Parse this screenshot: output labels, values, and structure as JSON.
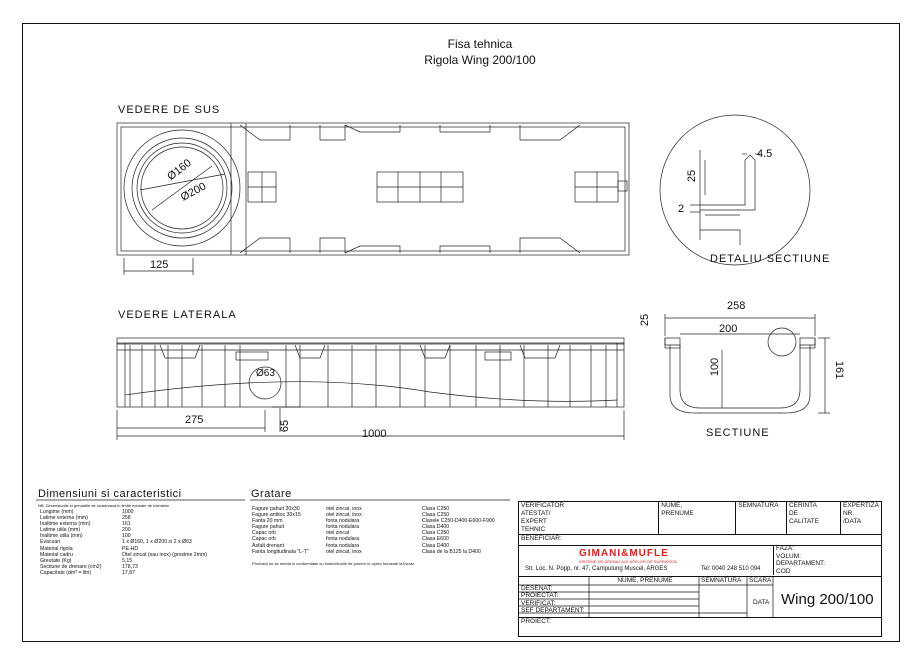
{
  "title": {
    "line1": "Fisa tehnica",
    "line2": "Rigola Wing 200/100"
  },
  "views": {
    "top": "VEDERE DE SUS",
    "lateral": "VEDERE LATERALA",
    "detail": "DETALIU SECTIUNE",
    "section": "SECTIUNE"
  },
  "dims": {
    "d160": "Ø160",
    "d200": "Ø200",
    "w125": "125",
    "d63": "Ø63",
    "l275": "275",
    "h65": "65",
    "l1000": "1000",
    "s258": "258",
    "s200": "200",
    "s25": "25",
    "s100": "100",
    "s161": "161",
    "det45": "4.5",
    "det25": "25",
    "det2": "2"
  },
  "specs": {
    "heading": "Dimensiuni si caracteristici",
    "note": "NB: Dimensiunile si greutatile se incadreaza in limite normale de toleranta",
    "rows": [
      [
        "Lungime (mm)",
        "1000"
      ],
      [
        "Latime externa (mm)",
        "258"
      ],
      [
        "Inaltime externa (mm)",
        "161"
      ],
      [
        "Latime utila (mm)",
        "200"
      ],
      [
        "Inaltime utila (mm)",
        "100"
      ],
      [
        "Evacuari",
        "1 x Ø160, 1 x Ø200 si 2 x Ø63"
      ],
      [
        "Material rigola",
        "PE-HD"
      ],
      [
        "Material cadru",
        "Otel zincat (sau inox) (grosime  2mm)"
      ],
      [
        "Greutate (Kg)",
        "5,15"
      ],
      [
        "Sectiune de drenare (cm2)",
        "178,73"
      ],
      [
        "Capacitate (dm³ = litri)",
        "17,87"
      ]
    ]
  },
  "gratare": {
    "heading": "Gratare",
    "rows": [
      [
        "Fagure pahuit 30x30",
        "otel zincat, inox",
        "Clasa C250"
      ],
      [
        "Fagure antitoc 30x15",
        "otel zincat, inox",
        "Clasa C250"
      ],
      [
        "Fanta 20 mm",
        "fonta nodulara",
        "Clasele C250-D400-E600-F900"
      ],
      [
        "Fagure pahuit",
        "fonta nodulara",
        "Clasa D400"
      ],
      [
        "Capac orb",
        "otel zincat",
        "Clasa C250"
      ],
      [
        "Capac orb",
        "fonta nodulara",
        "Clasa E600"
      ],
      [
        "Asfalt drenant",
        "fonta nodulara",
        "Clasa D400"
      ],
      [
        "Fanta longitudinala \"L-T\"",
        "otel zincat, inox",
        "Clasa de la B125 la D400"
      ]
    ],
    "note": "Produsul nu se monta in conformitate cu instructiunile de punere in opera furnizate la livrare"
  },
  "titleblock": {
    "verificator": "VERIFICATOR",
    "atestat": "ATESTAT/",
    "expert": "EXPERT",
    "tehnic": "TEHNIC",
    "nume": "NUME,",
    "prenume": "PRENUME",
    "semnatura": "SEMNATURA",
    "cerinta": "CERINTA",
    "de": "DE",
    "calitate": "CALITATE",
    "expertiza": "EXPERTIZA",
    "nr": "NR.",
    "data": "/DATA",
    "beneficiar": "BENEFICIAR:",
    "logo": "GIMANI&MUFLE",
    "logo_sub": "SISTEME DE DRENAJ ALE APELOR DE SUPRAFATA",
    "address": "Str. Loc. N. Popp, nr. 47, Campulung Muscel, ARGES",
    "tel": "Tel: 0040 248 510 094",
    "faza": "FAZA:",
    "volum": "VOLUM:",
    "departament": "DEPARTAMENT:",
    "cod": "COD",
    "col_nume": "NUME, PRENUME",
    "col_semn": "SEMNATURA",
    "col_scara": "SCARA",
    "desenat": "DESENAT:",
    "proiectat": "PROIECTAT:",
    "verificat": "VERIFICAT:",
    "sef": "SEF DEPARTAMENT:",
    "data2": "DATA",
    "proiect": "PROIECT:",
    "product": "Wing 200/100"
  },
  "colors": {
    "logo_red": "#d9231c",
    "line": "#222222"
  }
}
